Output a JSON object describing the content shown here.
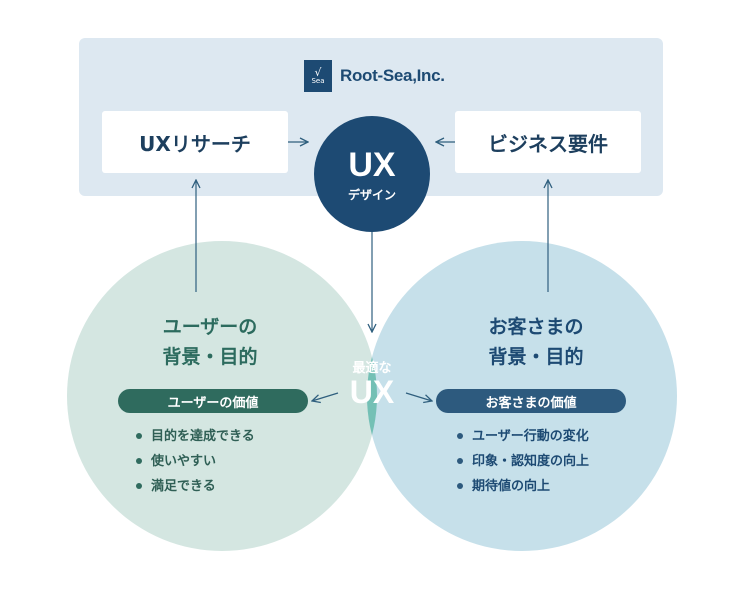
{
  "company": {
    "logo_text": "Sea",
    "name": "Root-Sea,Inc."
  },
  "top_boxes": {
    "research": "UXリサーチ",
    "business": "ビジネス要件"
  },
  "ux_design": {
    "title": "UX",
    "subtitle": "デザイン"
  },
  "center": {
    "top": "最適な",
    "main": "UX"
  },
  "left": {
    "heading_line1": "ユーザーの",
    "heading_line2": "背景・目的",
    "pill": "ユーザーの価値",
    "items": [
      "目的を達成できる",
      "使いやすい",
      "満足できる"
    ]
  },
  "right": {
    "heading_line1": "お客さまの",
    "heading_line2": "背景・目的",
    "pill": "お客さまの価値",
    "items": [
      "ユーザー行動の変化",
      "印象・認知度の向上",
      "期待値の向上"
    ]
  },
  "colors": {
    "panel": "#dde8f1",
    "left_circle": "#d4e6e1",
    "right_circle": "#c6e0ea",
    "overlap": "#74c0b5",
    "ux_circle": "#1d4a73",
    "arrow": "#2f5f7e"
  }
}
